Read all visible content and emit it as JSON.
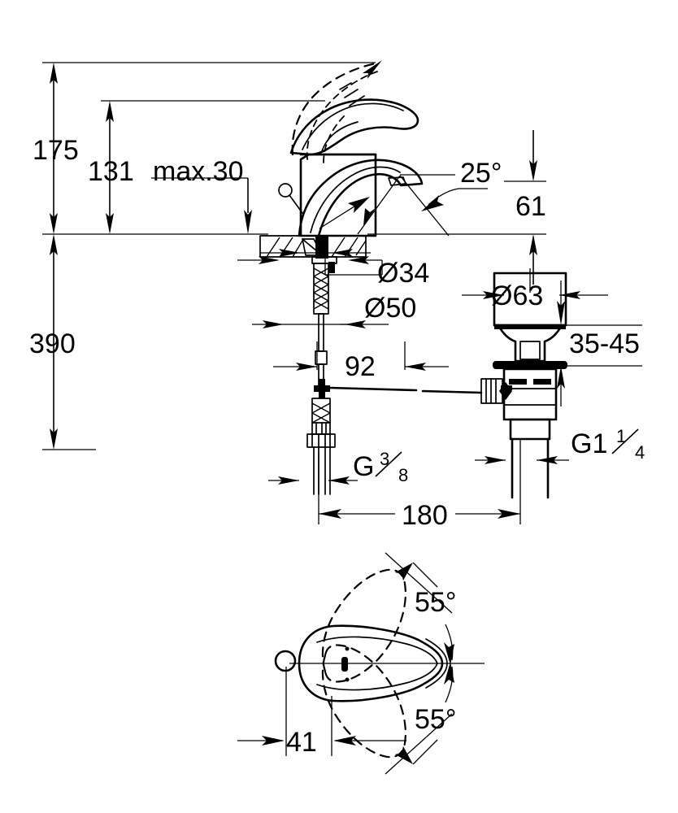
{
  "drawing": {
    "title": "Single-lever basin mixer dimension drawing",
    "units": "mm",
    "line_color": "#000000",
    "background_color": "#ffffff"
  },
  "dimensions": {
    "height_total": "175",
    "height_spout": "131",
    "countertop_max": "max.30",
    "height_below": "390",
    "spout_angle": "25°",
    "spout_projection": "61",
    "cover_plate_dia": "Ø34",
    "shank_dia": "Ø50",
    "waste_flange_dia": "Ø63",
    "waste_thickness": "35-45",
    "rod_spacing": "92",
    "overall_depth": "180",
    "supply_thread": "G",
    "supply_thread_num": "3",
    "supply_thread_den": "8",
    "waste_thread": "G1",
    "waste_thread_num": "1",
    "waste_thread_den": "4",
    "handle_swing_up": "55°",
    "handle_swing_down": "55°",
    "handle_width": "41"
  },
  "views": {
    "front_elevation": "front-elevation-view",
    "top_plan": "top-plan-view"
  }
}
